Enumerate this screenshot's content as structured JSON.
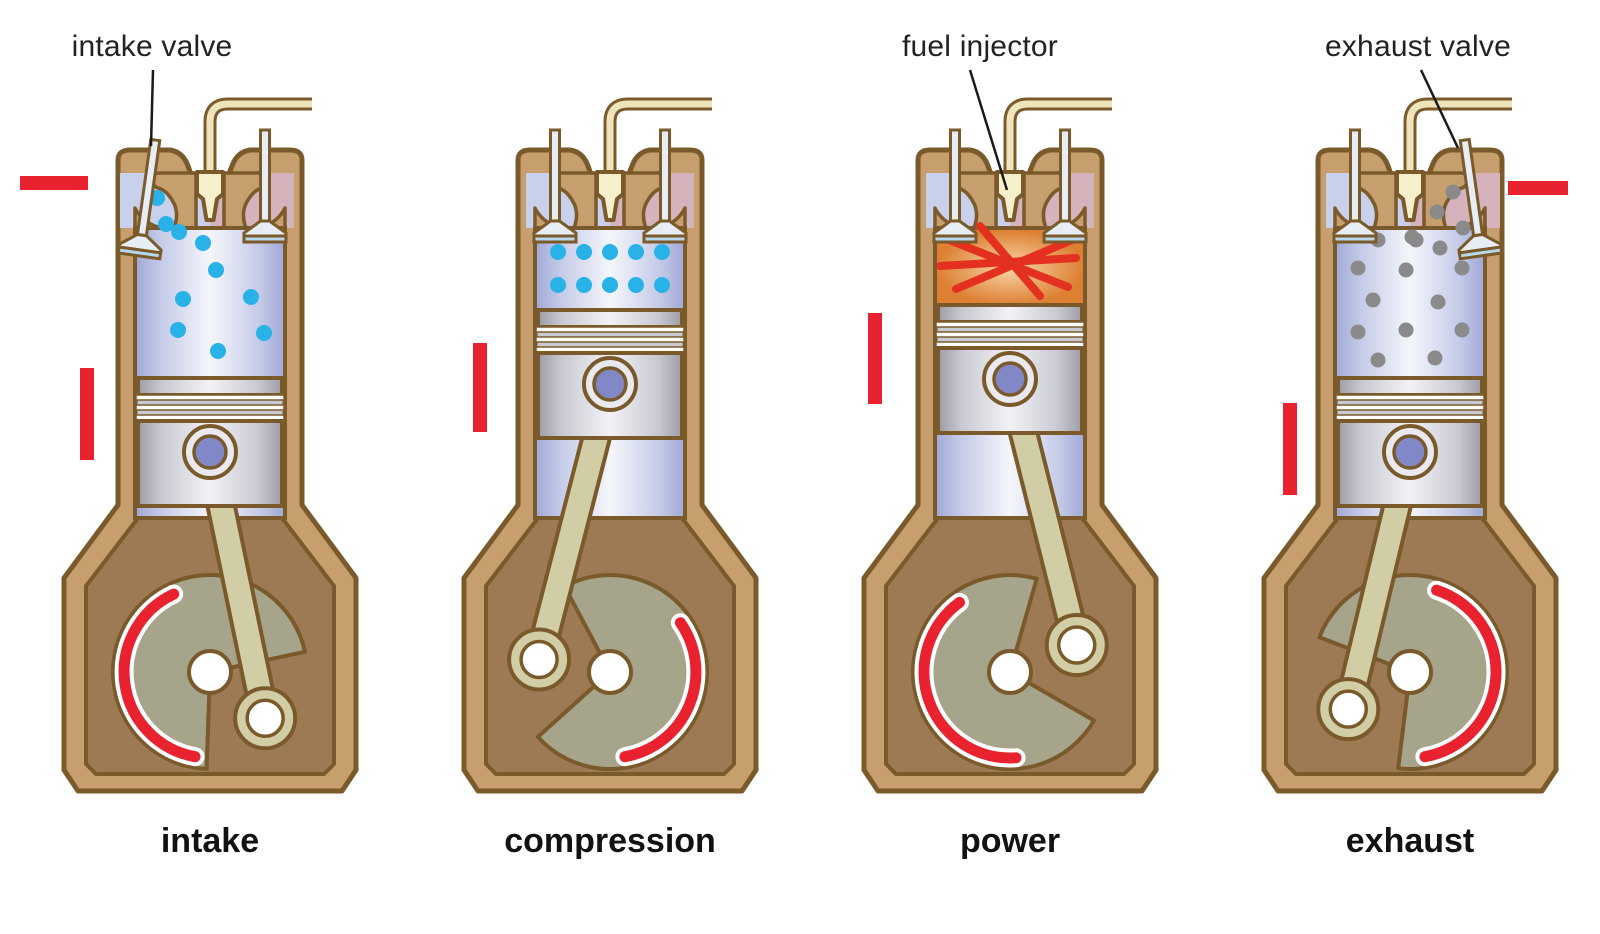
{
  "annotations": {
    "intake_valve": "intake valve",
    "fuel_injector": "fuel injector",
    "exhaust_valve": "exhaust valve"
  },
  "strokes": [
    {
      "id": "intake",
      "label": "intake",
      "piston_motion": "down",
      "crank_rotation": "clockwise",
      "intake_valve": "open",
      "exhaust_valve": "closed",
      "chamber_contents": "air-fuel mixture entering (blue dots)",
      "gas_flow": "in",
      "dot_count": 10
    },
    {
      "id": "compression",
      "label": "compression",
      "piston_motion": "up",
      "crank_rotation": "clockwise",
      "intake_valve": "closed",
      "exhaust_valve": "closed",
      "chamber_contents": "compressed mixture (blue dots)",
      "gas_flow": "none",
      "dot_count": 10
    },
    {
      "id": "power",
      "label": "power",
      "piston_motion": "down",
      "crank_rotation": "clockwise",
      "intake_valve": "closed",
      "exhaust_valve": "closed",
      "chamber_contents": "combustion explosion",
      "gas_flow": "none",
      "dot_count": 0
    },
    {
      "id": "exhaust",
      "label": "exhaust",
      "piston_motion": "up",
      "crank_rotation": "clockwise",
      "intake_valve": "closed",
      "exhaust_valve": "open",
      "chamber_contents": "exhaust gases leaving (gray dots)",
      "gas_flow": "out",
      "dot_count": 17
    }
  ],
  "colors": {
    "outline": "#7a5a2b",
    "body_tan": "#c79f6e",
    "interior_brown": "#9d7a53",
    "disc_olive": "#a6a58b",
    "rod_khaki": "#d1cda5",
    "bore_edge": "#9fa8d6",
    "bore_q": "#c6cce9",
    "bore_mid": "#f5f6fb",
    "port_blue": "#c9d0ec",
    "port_pink": "#d5b2bc",
    "cream": "#f5efcb",
    "pipe_cream": "#efe5ba",
    "valve_fill": "#e6edf4",
    "valve_face": "#b6d7ea",
    "piston_edge": "#9b9ba6",
    "piston_q": "#c8c8d2",
    "piston_mid": "#f2f2f6",
    "ring_silver": "#c9c9d2",
    "pin_purple": "#8287c6",
    "pin_ring": "#e9e9ef",
    "dot_blue": "#29b2e7",
    "dot_gray": "#8a8a8a",
    "red": "#e8222e",
    "explosion_edge": "#dd8034",
    "explosion_center": "#f8d7a6",
    "star_yellow": "#f3e87e",
    "star_red": "#e3301f",
    "white": "#ffffff",
    "leader": "#1a1a1a"
  }
}
